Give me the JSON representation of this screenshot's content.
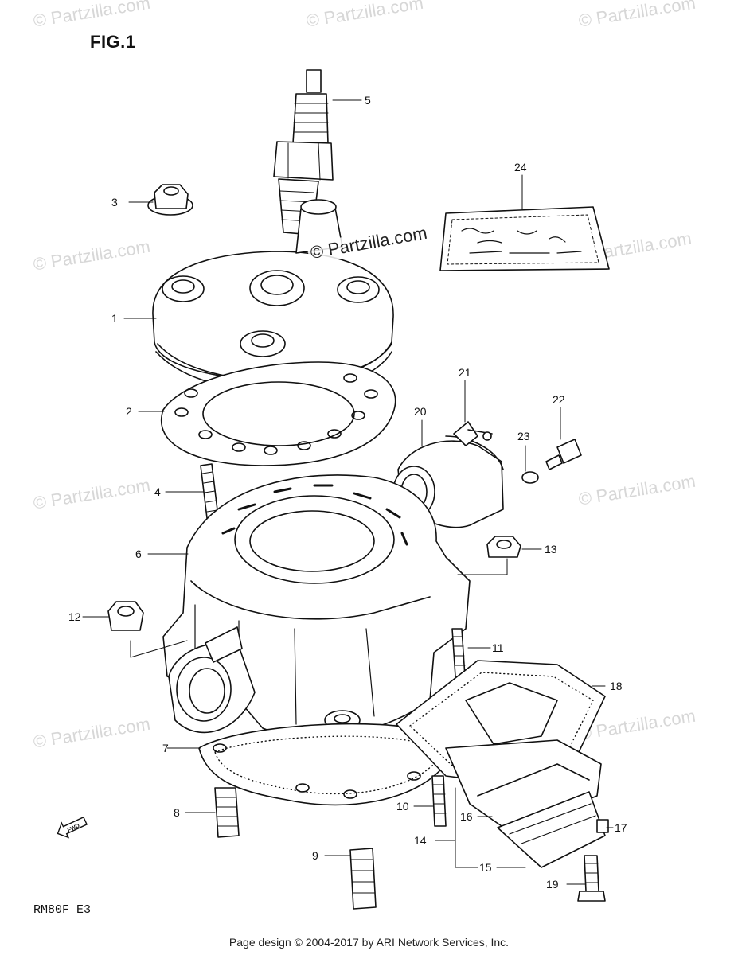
{
  "figure": {
    "title": "FIG.1",
    "model_code": "RM80F  E3",
    "fwd_label": "FWD"
  },
  "watermark": {
    "text": "© Partzilla.com"
  },
  "footer": {
    "text": "Page design © 2004-2017 by ARI Network Services, Inc."
  },
  "callouts": {
    "c1": "1",
    "c2": "2",
    "c3": "3",
    "c4": "4",
    "c5": "5",
    "c6": "6",
    "c7": "7",
    "c8": "8",
    "c9": "9",
    "c10": "10",
    "c11": "11",
    "c12": "12",
    "c13": "13",
    "c14": "14",
    "c15": "15",
    "c16": "16",
    "c17": "17",
    "c18": "18",
    "c19": "19",
    "c20": "20",
    "c21": "21",
    "c22": "22",
    "c23": "23",
    "c24": "24"
  },
  "icons": {
    "fwd_arrow": "fwd-arrow-icon",
    "copyright": "copyright-icon"
  }
}
